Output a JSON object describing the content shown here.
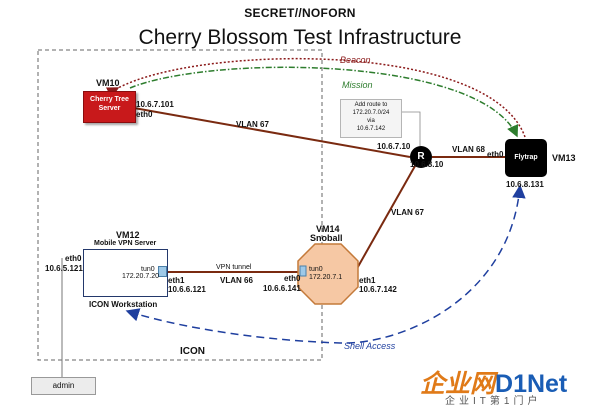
{
  "header": {
    "classification": "SECRET//NOFORN",
    "title": "Cherry Blossom Test Infrastructure"
  },
  "zones": {
    "icon_label": "ICON"
  },
  "vm10": {
    "name": "VM10",
    "box_line1": "Cherry Tree",
    "box_line2": "Server",
    "ip": "10.6.7.101",
    "iface": "eth0"
  },
  "links": {
    "vlan67_top": "VLAN 67",
    "vlan68": "VLAN 68",
    "vlan67_right": "VLAN 67",
    "vlan66": "VLAN 66",
    "vpn_tunnel": "VPN tunnel"
  },
  "router": {
    "label": "R",
    "ip_left": "10.6.7.10",
    "ip_right": "10.6.8.10"
  },
  "note": {
    "line1": "Add route to",
    "line2": "172.20.7.0/24",
    "line3": "via",
    "line4": "10.6.7.142"
  },
  "flytrap": {
    "label": "Flytrap",
    "vm": "VM13",
    "iface": "eth0",
    "ip": "10.6.8.131"
  },
  "arrows": {
    "beacon": "Beacon",
    "mission": "Mission",
    "shell_access": "Shell Access"
  },
  "vm12": {
    "name": "VM12",
    "subtitle": "Mobile VPN Server",
    "tun_iface": "tun0",
    "tun_ip": "172.20.7.20",
    "eth0_label": "eth0",
    "eth0_ip": "10.6.5.121",
    "eth1_label": "eth1",
    "eth1_ip": "10.6.6.121",
    "workstation": "ICON Workstation"
  },
  "vm14": {
    "name": "VM14",
    "subtitle": "Snoball",
    "tun_iface": "tun0",
    "tun_ip": "172.20.7.1",
    "eth0_label": "eth0",
    "eth0_ip": "10.6.6.141",
    "eth1_label": "eth1",
    "eth1_ip": "10.6.7.142"
  },
  "admin": {
    "label": "admin"
  },
  "watermark": {
    "main_a": "企业网",
    "main_b": "D1Net",
    "sub": "企业IT第1门户"
  },
  "colors": {
    "beacon": "#8b1a1a",
    "mission": "#2e7d2e",
    "shell": "#1f3f9f",
    "vlan_line": "#7a2a10",
    "snoball_fill": "#f6c8a4",
    "cherry_tree": "#c8191b"
  }
}
